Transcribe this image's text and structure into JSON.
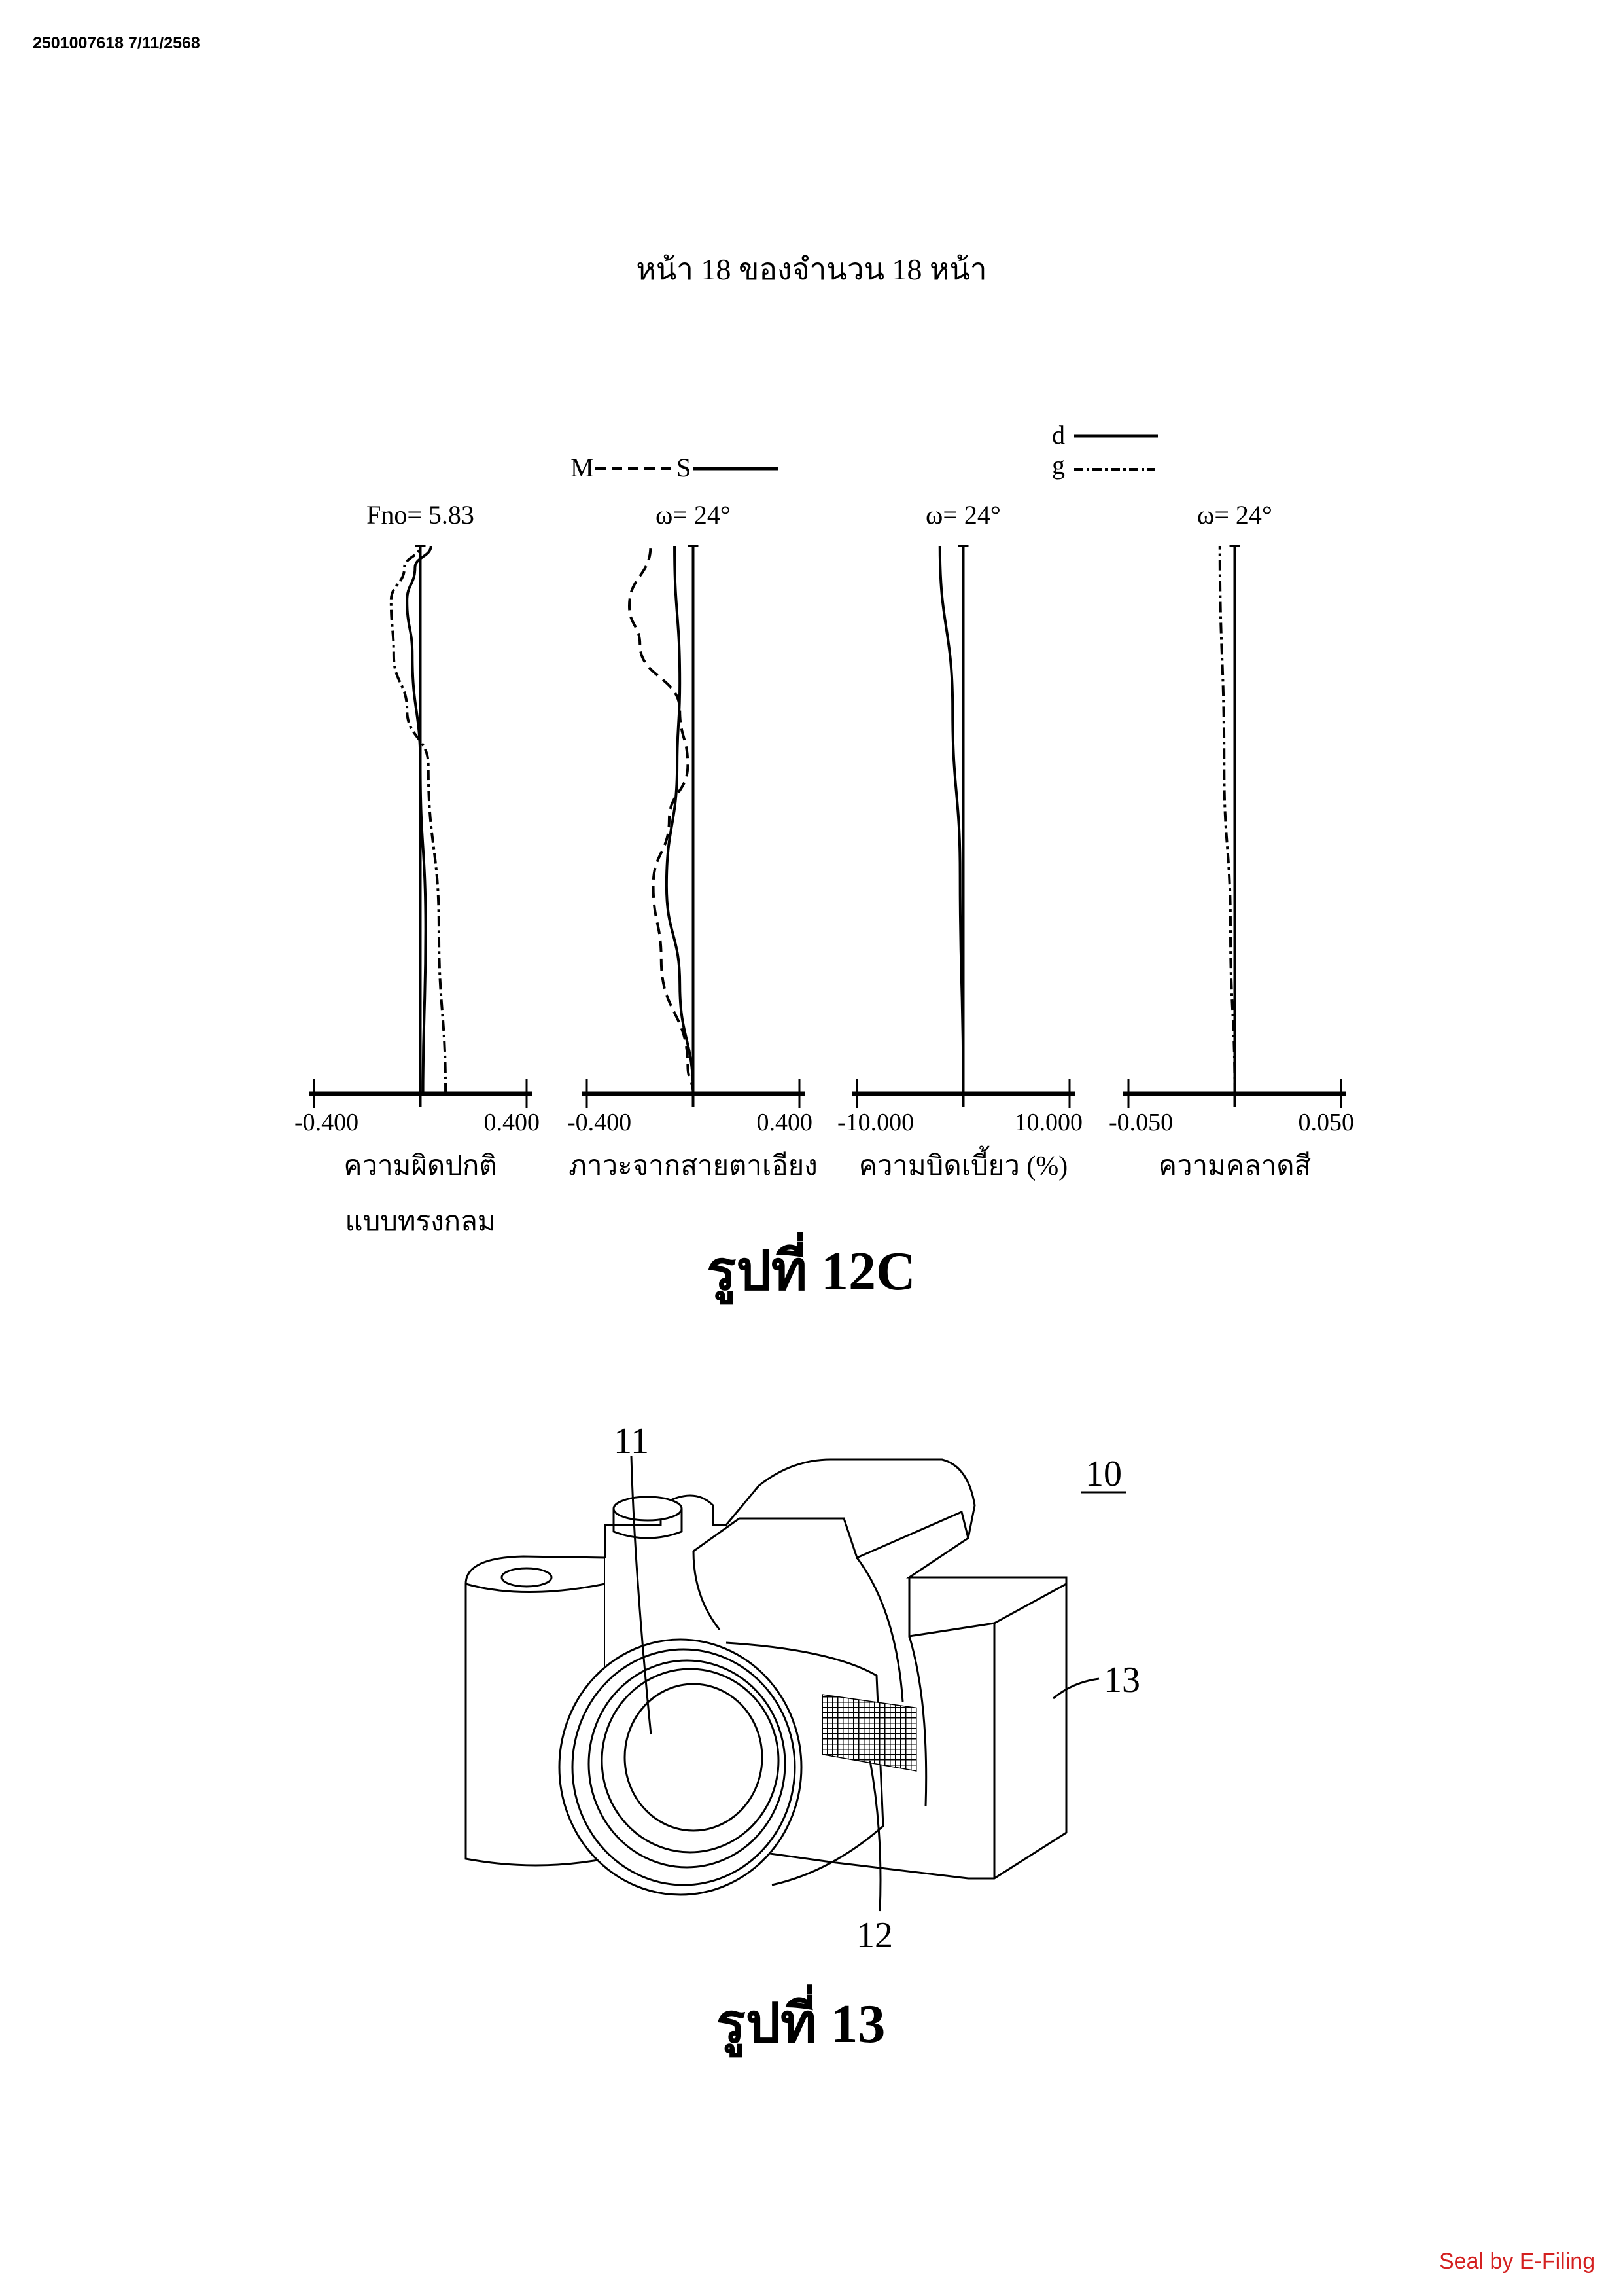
{
  "document_id": "2501007618 7/11/2568",
  "page_header": "หน้า  18  ของจำนวน  18  หน้า",
  "seal": "Seal by E-Filing",
  "legend": {
    "m": "M",
    "s": "S",
    "d": "d",
    "g": "g"
  },
  "figure_12c": {
    "caption": "รูปที่ 12C",
    "chart_data": [
      {
        "type": "line",
        "title": "Fno= 5.83",
        "xlabel": "ความผิดปกติ",
        "xlabel2": "แบบทรงกลม",
        "xlim": [
          -0.4,
          0.4
        ],
        "tick_left": "-0.400",
        "tick_right": "0.400",
        "ylim": [
          0,
          1
        ],
        "series": [
          {
            "name": "d",
            "style": "solid",
            "points": [
              [
                0.01,
                0
              ],
              [
                0.02,
                0.3
              ],
              [
                0.0,
                0.6
              ],
              [
                -0.03,
                0.8
              ],
              [
                -0.05,
                0.9
              ],
              [
                -0.02,
                0.96
              ],
              [
                0.04,
                1
              ]
            ]
          },
          {
            "name": "g",
            "style": "dashdot",
            "points": [
              [
                0.095,
                0
              ],
              [
                0.07,
                0.3
              ],
              [
                0.03,
                0.6
              ],
              [
                -0.05,
                0.7
              ],
              [
                -0.1,
                0.8
              ],
              [
                -0.11,
                0.9
              ],
              [
                -0.06,
                0.96
              ],
              [
                0.0,
                1
              ]
            ]
          }
        ]
      },
      {
        "type": "line",
        "title": "ω= 24°",
        "xlabel": "ภาวะจากสายตาเอียง",
        "xlim": [
          -0.4,
          0.4
        ],
        "tick_left": "-0.400",
        "tick_right": "0.400",
        "ylim": [
          0,
          1
        ],
        "series": [
          {
            "name": "S",
            "style": "solid",
            "points": [
              [
                0,
                0
              ],
              [
                -0.05,
                0.2
              ],
              [
                -0.1,
                0.38
              ],
              [
                -0.06,
                0.6
              ],
              [
                -0.05,
                0.75
              ],
              [
                -0.07,
                1
              ]
            ]
          },
          {
            "name": "M",
            "style": "dashed",
            "points": [
              [
                0,
                0
              ],
              [
                -0.02,
                0.05
              ],
              [
                -0.12,
                0.245
              ],
              [
                -0.15,
                0.38
              ],
              [
                -0.09,
                0.5
              ],
              [
                -0.02,
                0.6
              ],
              [
                -0.05,
                0.7
              ],
              [
                -0.2,
                0.82
              ],
              [
                -0.24,
                0.89
              ],
              [
                -0.16,
                1
              ]
            ]
          }
        ]
      },
      {
        "type": "line",
        "title": "ω= 24°",
        "xlabel": "ความบิดเบี้ยว (%)",
        "xlim": [
          -10,
          10
        ],
        "tick_left": "-10.000",
        "tick_right": "10.000",
        "ylim": [
          0,
          1
        ],
        "series": [
          {
            "name": "distortion",
            "style": "solid",
            "points": [
              [
                0,
                0
              ],
              [
                -0.3,
                0.4
              ],
              [
                -1.0,
                0.7
              ],
              [
                -2.2,
                1
              ]
            ]
          }
        ]
      },
      {
        "type": "line",
        "title": "ω= 24°",
        "xlabel": "ความคลาดสี",
        "xlim": [
          -0.05,
          0.05
        ],
        "tick_left": "-0.050",
        "tick_right": "0.050",
        "ylim": [
          0,
          1
        ],
        "series": [
          {
            "name": "g",
            "style": "dashdot",
            "points": [
              [
                0,
                0
              ],
              [
                -0.002,
                0.3
              ],
              [
                -0.005,
                0.6
              ],
              [
                -0.007,
                1
              ]
            ]
          }
        ]
      }
    ]
  },
  "figure_13": {
    "caption": "รูปที่ 13",
    "labels": {
      "camera": "10",
      "lens": "11",
      "grille": "12",
      "grip": "13"
    }
  }
}
